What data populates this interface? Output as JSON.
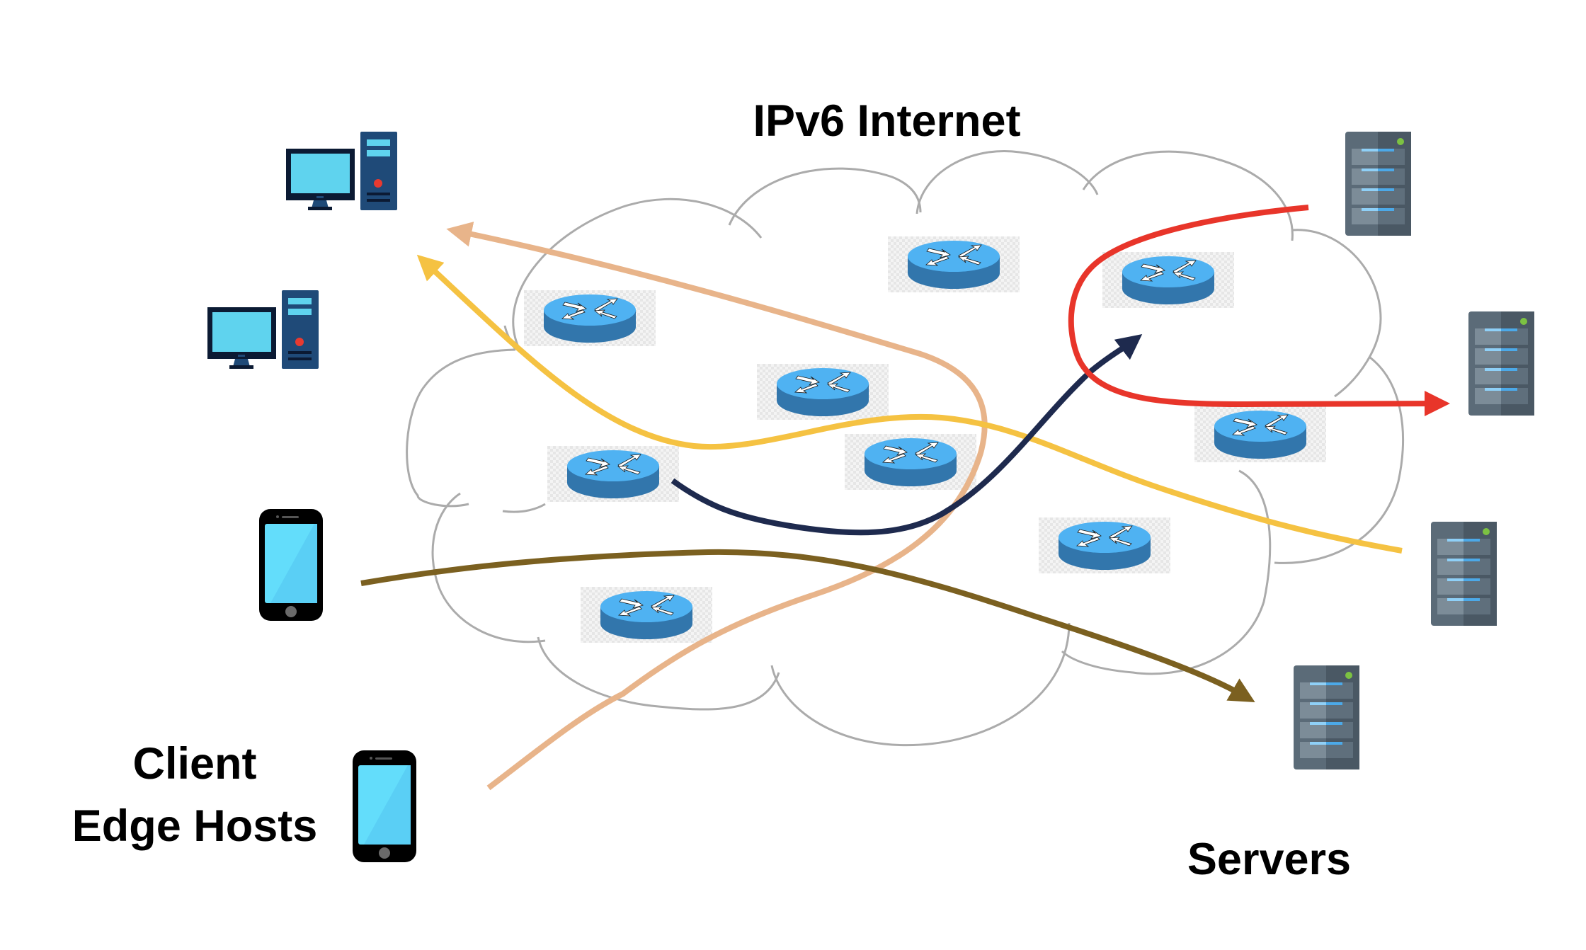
{
  "diagram": {
    "title": "IPv6 Internet",
    "labels": {
      "clients_line1": "Client",
      "clients_line2": "Edge Hosts",
      "servers": "Servers"
    },
    "colors": {
      "cloud_outline": "#ABABAB",
      "router_top": "#4FB2F2",
      "router_side": "#3276AC",
      "server_body": "#5B6B78",
      "server_led": "#7CC242",
      "desktop_screen": "#5FD3EE",
      "desktop_case": "#1F4A78",
      "phone_screen": "#63DDFB"
    },
    "clients": [
      {
        "type": "desktop",
        "name": "desktop-1"
      },
      {
        "type": "desktop",
        "name": "desktop-2"
      },
      {
        "type": "smartphone",
        "name": "phone-1"
      },
      {
        "type": "smartphone",
        "name": "phone-2"
      }
    ],
    "servers": [
      {
        "name": "server-1"
      },
      {
        "name": "server-2"
      },
      {
        "name": "server-3"
      },
      {
        "name": "server-4"
      }
    ],
    "router_count": 9,
    "flows": [
      {
        "name": "peach-flow",
        "color": "#E8B48A",
        "from": "phone-2",
        "to": "desktop-1"
      },
      {
        "name": "yellow-flow",
        "color": "#F5C242",
        "from": "server-3",
        "to": "desktop-1"
      },
      {
        "name": "brown-flow",
        "color": "#7B6020",
        "from": "phone-1",
        "to": "server-4"
      },
      {
        "name": "navy-flow",
        "color": "#1E2A4E",
        "from": "router",
        "to": "router"
      },
      {
        "name": "red-flow",
        "color": "#E8352A",
        "from": "server-1",
        "to": "server-2"
      }
    ]
  }
}
